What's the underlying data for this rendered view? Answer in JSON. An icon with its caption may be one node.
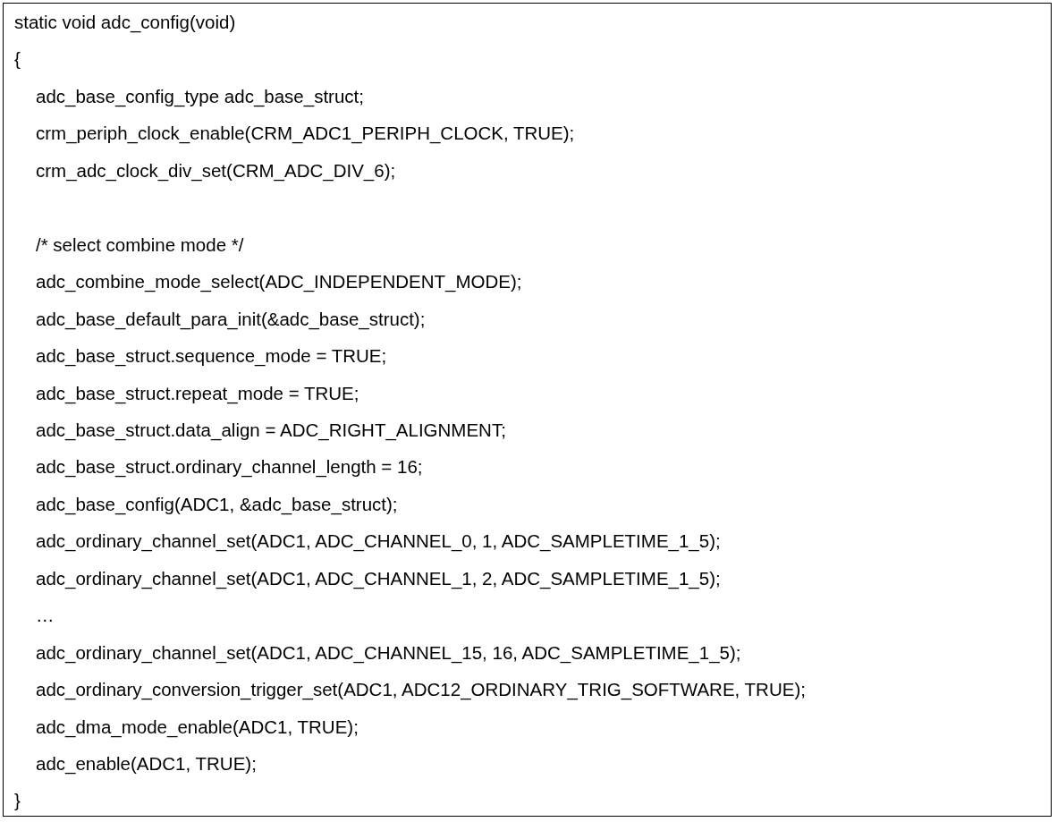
{
  "diagram": {
    "nodes": [
      {
        "text": [
          "static void adc_config(void)",
          "{",
          "adc_base_config_type adc_base_struct;",
          "crm_periph_clock_enable(CRM_ADC1_PERIPH_CLOCK, TRUE);",
          "crm_adc_clock_div_set(CRM_ADC_DIV_6);",
          "/* select combine mode */",
          "adc_combine_mode_select(ADC_INDEPENDENT_MODE);",
          "adc_base_default_para_init(&adc_base_struct);",
          "adc_base_struct.sequence_mode = TRUE;",
          "adc_base_struct.repeat_mode = TRUE;",
          "adc_base_struct.data_align = ADC_RIGHT_ALIGNMENT;",
          "adc_base_struct.ordinary_channel_length = 16;",
          "adc_base_config(ADC1, &adc_base_struct);",
          "adc_ordinary_channel_set(ADC1, ADC_CHANNEL_0, 1, ADC_SAMPLETIME_1_5);",
          "adc_ordinary_channel_set(ADC1, ADC_CHANNEL_1, 2, ADC_SAMPLETIME_1_5);",
          "…",
          "adc_ordinary_channel_set(ADC1, ADC_CHANNEL_15, 16, ADC_SAMPLETIME_1_5);",
          "adc_ordinary_conversion_trigger_set(ADC1, ADC12_ORDINARY_TRIG_SOFTWARE, TRUE);",
          "adc_dma_mode_enable(ADC1, TRUE);",
          "adc_enable(ADC1, TRUE);",
          "}"
        ]
      }
    ]
  }
}
